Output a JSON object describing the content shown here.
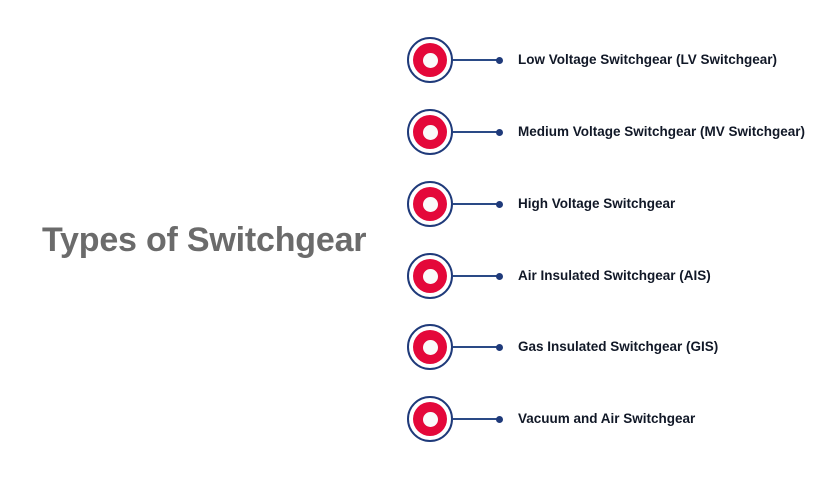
{
  "slide": {
    "title": "Types of Switchgear",
    "background_color": "#ffffff",
    "title_color": "#6b6b6b"
  },
  "theme": {
    "navy": "#1f3a7a",
    "red": "#e4083a",
    "core": "#fafafa",
    "label_color": "#111827"
  },
  "timeline": {
    "marker_icon": "target-ring-icon",
    "spine_icon": "dotted-vertical-line-icon",
    "items": [
      {
        "label": "Low Voltage Switchgear (LV Switchgear)"
      },
      {
        "label": "Medium Voltage Switchgear (MV Switchgear)"
      },
      {
        "label": "High Voltage Switchgear"
      },
      {
        "label": "Air Insulated Switchgear (AIS)"
      },
      {
        "label": "Gas Insulated Switchgear (GIS)"
      },
      {
        "label": "Vacuum and Air Switchgear"
      }
    ]
  }
}
